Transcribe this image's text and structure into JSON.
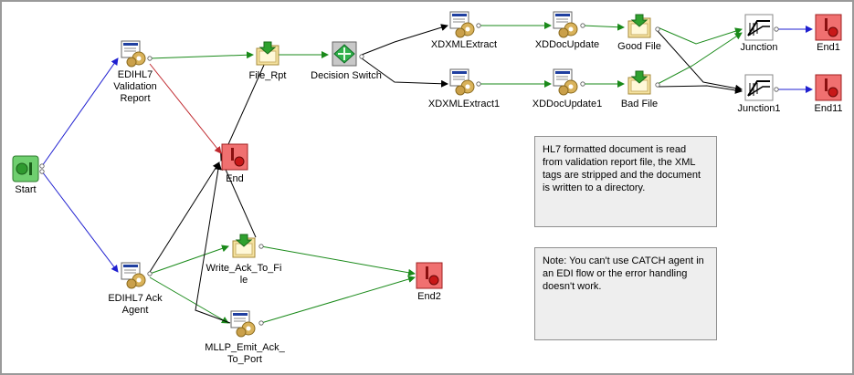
{
  "nodes": {
    "start": "Start",
    "validation": "EDIHL7\nValidation\nReport",
    "ack_agent": "EDIHL7 Ack\nAgent",
    "file_rpt": "File_Rpt",
    "end": "End",
    "write_ack": "Write_Ack_To_Fi\nle",
    "mllp": "MLLP_Emit_Ack_\nTo_Port",
    "decision": "Decision Switch",
    "xdxml1": "XDXMLExtract",
    "xdxml2": "XDXMLExtract1",
    "xddoc1": "XDDocUpdate",
    "xddoc2": "XDDocUpdate1",
    "good": "Good File",
    "bad": "Bad File",
    "junction": "Junction",
    "junction1": "Junction1",
    "end1": "End1",
    "end11": "End11",
    "end2": "End2"
  },
  "notes": {
    "note1": "HL7 formatted document is read from validation report file, the XML tags are stripped and the document is written to a directory.",
    "note2": "Note:  You can't use CATCH agent in an EDI flow or the error handling doesn't work."
  },
  "colors": {
    "success": "#1a8a1a",
    "default": "#000000",
    "start": "#1f1fd0",
    "failure": "#c0282e"
  }
}
